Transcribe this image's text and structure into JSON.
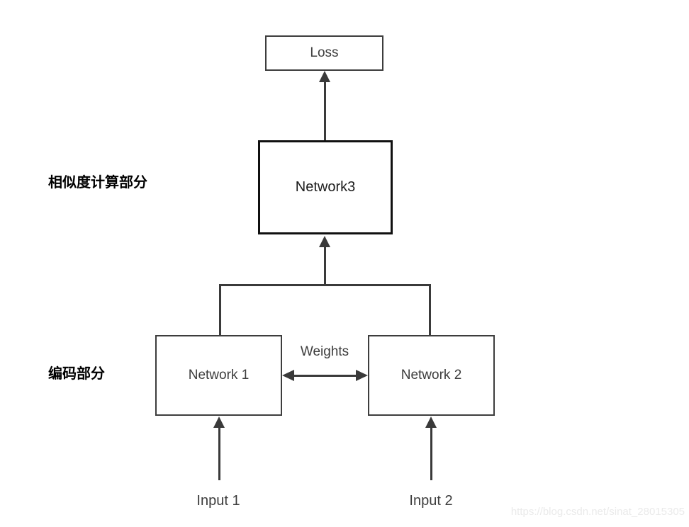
{
  "diagram": {
    "section_labels": {
      "similarity": "相似度计算部分",
      "encoding": "编码部分"
    },
    "nodes": {
      "loss": "Loss",
      "network3": "Network3",
      "network1": "Network 1",
      "network2": "Network 2"
    },
    "edge_labels": {
      "weights": "Weights"
    },
    "input_labels": {
      "input1": "Input 1",
      "input2": "Input 2"
    },
    "watermark": "https://blog.csdn.net/sinat_28015305",
    "colors": {
      "background": "#ffffff",
      "line": "#3a3a3a",
      "box_border": "#3d3d3d",
      "network3_border": "#101010",
      "node_text": "#3d3d3d",
      "section_label_text": "#000000",
      "watermark_text": "#eaeaea"
    }
  }
}
